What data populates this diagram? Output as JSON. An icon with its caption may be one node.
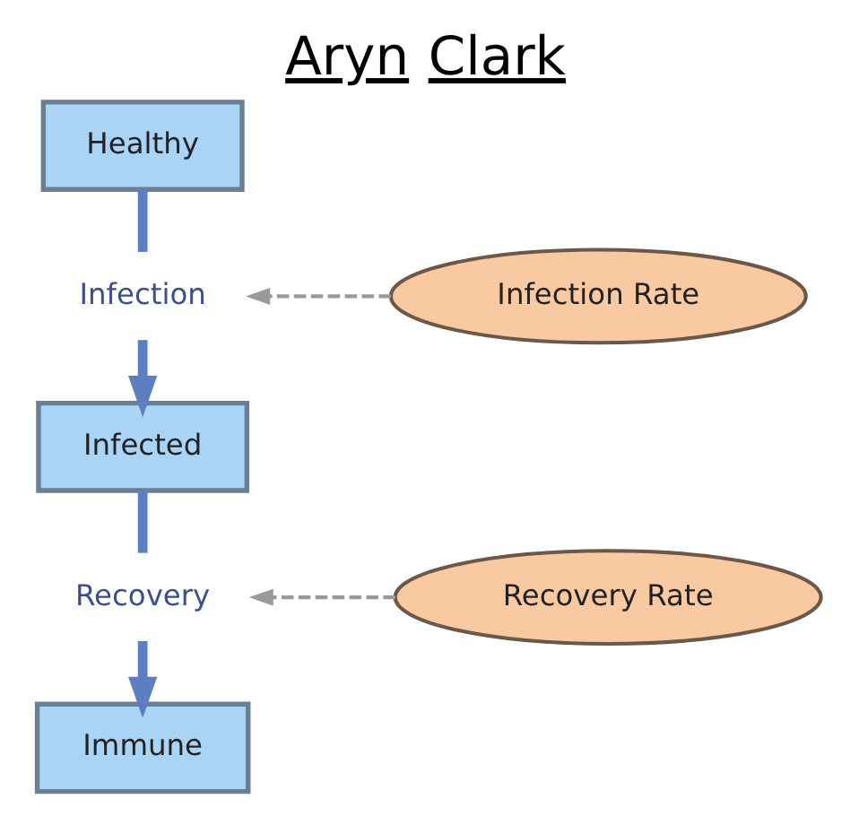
{
  "diagram": {
    "title": "Aryn Clark",
    "nodes": [
      {
        "text": [
          "Healthy"
        ]
      },
      {
        "text": [
          "Infection Rate"
        ]
      },
      {
        "text": [
          "Infection"
        ]
      },
      {
        "text": [
          "Infected"
        ]
      },
      {
        "text": [
          "Recovery Rate"
        ]
      },
      {
        "text": [
          "Recovery"
        ]
      },
      {
        "text": [
          "Immune"
        ]
      }
    ],
    "edges": [
      {
        "from": 0,
        "to": 2,
        "arrow": "none"
      },
      {
        "from": 2,
        "to": 3,
        "arrow": "to"
      },
      {
        "from": 1,
        "to": 2,
        "arrow": "to",
        "style": "dashed",
        "color": "#999999"
      },
      {
        "from": 3,
        "to": 5,
        "arrow": "none"
      },
      {
        "from": 5,
        "to": 6,
        "arrow": "to"
      },
      {
        "from": 4,
        "to": 5,
        "arrow": "to",
        "style": "dashed",
        "color": "#999999"
      }
    ]
  }
}
